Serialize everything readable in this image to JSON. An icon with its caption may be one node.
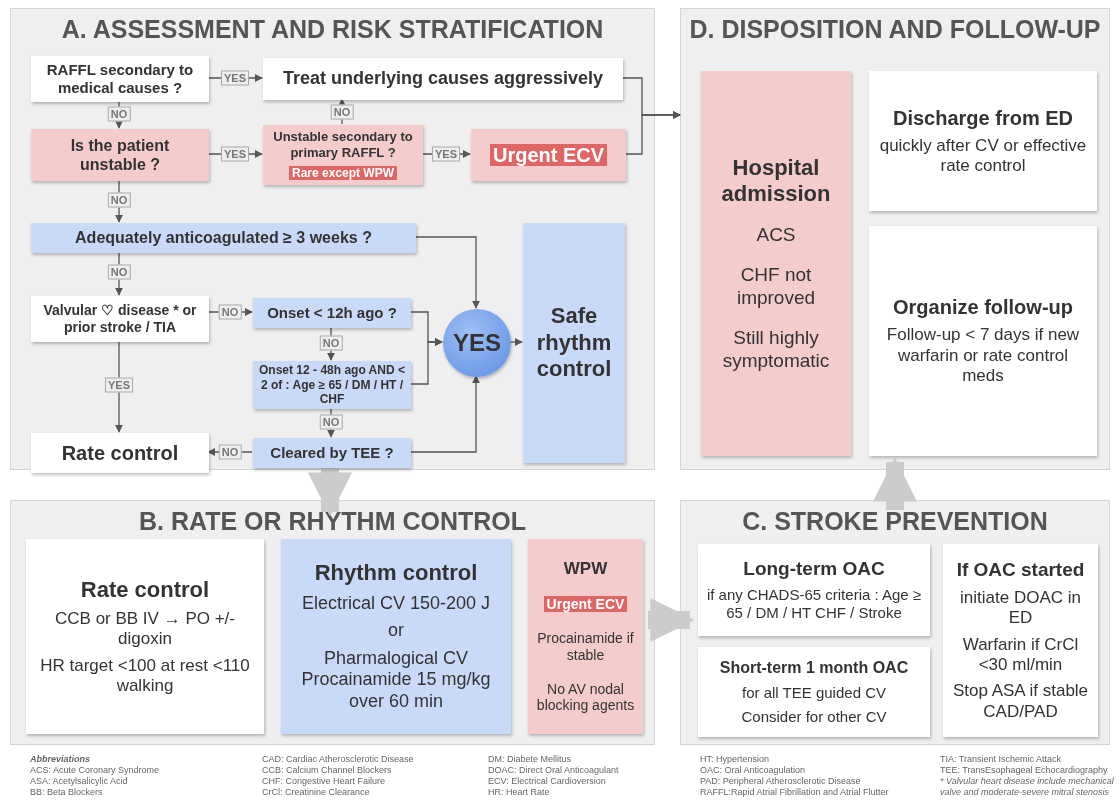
{
  "diagram": {
    "nodes": [
      {
        "text": [
          "A. ASSESSMENT AND RISK STRATIFICATION"
        ]
      },
      {
        "text": [
          "RAFFL secondary to medical causes ?"
        ],
        "in": 0
      },
      {
        "text": [
          "Treat underlying causes aggressively"
        ],
        "in": 0
      },
      {
        "text": [
          "Is the patient unstable ?"
        ],
        "in": 0
      },
      {
        "text": [
          "Unstable secondary to primary RAFFL ?",
          "Rare except WPW"
        ],
        "in": 0
      },
      {
        "text": [
          "Urgent ECV"
        ],
        "in": 0
      },
      {
        "text": [
          "Adequately anticoagulated ≥ 3 weeks ?"
        ],
        "in": 0
      },
      {
        "text": [
          "Valvular ♡ disease * or prior stroke / TIA"
        ],
        "in": 0
      },
      {
        "text": [
          "Onset < 12h ago ?"
        ],
        "in": 0
      },
      {
        "text": [
          "Onset 12 - 48h ago AND < 2 of : Age ≥ 65 / DM / HT / CHF"
        ],
        "in": 0
      },
      {
        "text": [
          "Rate control"
        ],
        "in": 0
      },
      {
        "text": [
          "Cleared by TEE ?"
        ],
        "in": 0
      },
      {
        "text": [
          "YES"
        ],
        "in": 0
      },
      {
        "text": [
          "Safe rhythm control"
        ],
        "in": 0
      },
      {
        "text": [
          "D. DISPOSITION AND FOLLOW-UP"
        ]
      },
      {
        "text": [
          "Hospital admission",
          "ACS",
          "CHF not improved",
          "Still highly symptomatic"
        ],
        "in": 14
      },
      {
        "text": [
          "Discharge from ED",
          "quickly after CV or effective rate control"
        ],
        "in": 14
      },
      {
        "text": [
          "Organize follow-up",
          "Follow-up < 7 days if new warfarin or rate control meds"
        ],
        "in": 14
      },
      {
        "text": [
          "B. RATE OR RHYTHM CONTROL"
        ]
      },
      {
        "text": [
          "Rate control",
          "CCB or BB IV → PO +/- digoxin",
          "HR target <100 at rest <110 walking"
        ],
        "in": 18
      },
      {
        "text": [
          "Rhythm control",
          "Electrical CV 150-200 J",
          "or",
          "Pharmalogical CV Procainamide 15 mg/kg over 60 min"
        ],
        "in": 18
      },
      {
        "text": [
          "WPW",
          "Urgent ECV",
          "Procainamide if stable",
          "No AV nodal blocking agents"
        ],
        "in": 18
      },
      {
        "text": [
          "C. STROKE PREVENTION"
        ]
      },
      {
        "text": [
          "Long-term OAC",
          "if any CHADS-65 criteria : Age ≥ 65 / DM / HT CHF / Stroke"
        ],
        "in": 22
      },
      {
        "text": [
          "Short-term 1 month OAC",
          "for all TEE guided CV",
          "Consider for other CV"
        ],
        "in": 22
      },
      {
        "text": [
          "If OAC started",
          "initiate DOAC in ED",
          "Warfarin if CrCl <30 ml/min",
          "Stop ASA if stable CAD/PAD"
        ],
        "in": 22
      }
    ],
    "edges": [
      {
        "from": 1,
        "to": 2,
        "arrow": "to",
        "label": "YES"
      },
      {
        "from": 1,
        "to": 3,
        "arrow": "to",
        "label": "NO"
      },
      {
        "from": 3,
        "to": 4,
        "arrow": "to",
        "label": "YES"
      },
      {
        "from": 4,
        "to": 2,
        "arrow": "to",
        "label": "NO"
      },
      {
        "from": 4,
        "to": 5,
        "arrow": "to",
        "label": "YES"
      },
      {
        "from": 3,
        "to": 6,
        "arrow": "to",
        "label": "NO"
      },
      {
        "from": 6,
        "to": 12,
        "arrow": "to"
      },
      {
        "from": 6,
        "to": 7,
        "arrow": "to",
        "label": "NO"
      },
      {
        "from": 7,
        "to": 8,
        "arrow": "to",
        "label": "NO"
      },
      {
        "from": 7,
        "to": 10,
        "arrow": "to",
        "label": "YES"
      },
      {
        "from": 8,
        "to": 12,
        "arrow": "to"
      },
      {
        "from": 8,
        "to": 9,
        "arrow": "to",
        "label": "NO"
      },
      {
        "from": 9,
        "to": 12,
        "arrow": "to"
      },
      {
        "from": 9,
        "to": 11,
        "arrow": "to",
        "label": "NO"
      },
      {
        "from": 11,
        "to": 10,
        "arrow": "to",
        "label": "NO"
      },
      {
        "from": 11,
        "to": 12,
        "arrow": "to"
      },
      {
        "from": 12,
        "to": 13,
        "arrow": "to"
      },
      {
        "from": 2,
        "to": 14,
        "arrow": "to"
      },
      {
        "from": 5,
        "to": 14,
        "arrow": "to"
      },
      {
        "from": 0,
        "to": 18,
        "arrow": "to",
        "style": "thick",
        "color": "#cccccc"
      },
      {
        "from": 18,
        "to": 22,
        "arrow": "to",
        "style": "thick",
        "color": "#cccccc"
      },
      {
        "from": 22,
        "to": 14,
        "arrow": "to",
        "style": "thick",
        "color": "#cccccc"
      }
    ],
    "labels": [
      "Abbreviations",
      "ACS: Acute Coronary Syndrome",
      "ASA: Acetylsalicylic Acid",
      "BB: Beta Blockers",
      "CAD: Cardiac Atherosclerotic Disease",
      "CCB: Calcium Channel Blockers",
      "CHF: Congestive Heart Failure",
      "CrCl: Creatinine Clearance",
      "DM: Diabete Mellitus",
      "DOAC: Direct Oral Anticoagulant",
      "ECV: Electrical Cardioversion",
      "HR: Heart Rate",
      "HT: Hypertension",
      "OAC: Oral Anticoagulation",
      "PAD: Peripheral Atherosclerotic Disease",
      "RAFFL:Rapid  Atrial Fibrillation and Atrial Flutter",
      "TIA: Transient Ischemic Attack",
      "TEE: TransEsophageal Echocardiography",
      "* Valvular heart disease include mechanical valve and moderate-severe mitral stenosis"
    ]
  }
}
